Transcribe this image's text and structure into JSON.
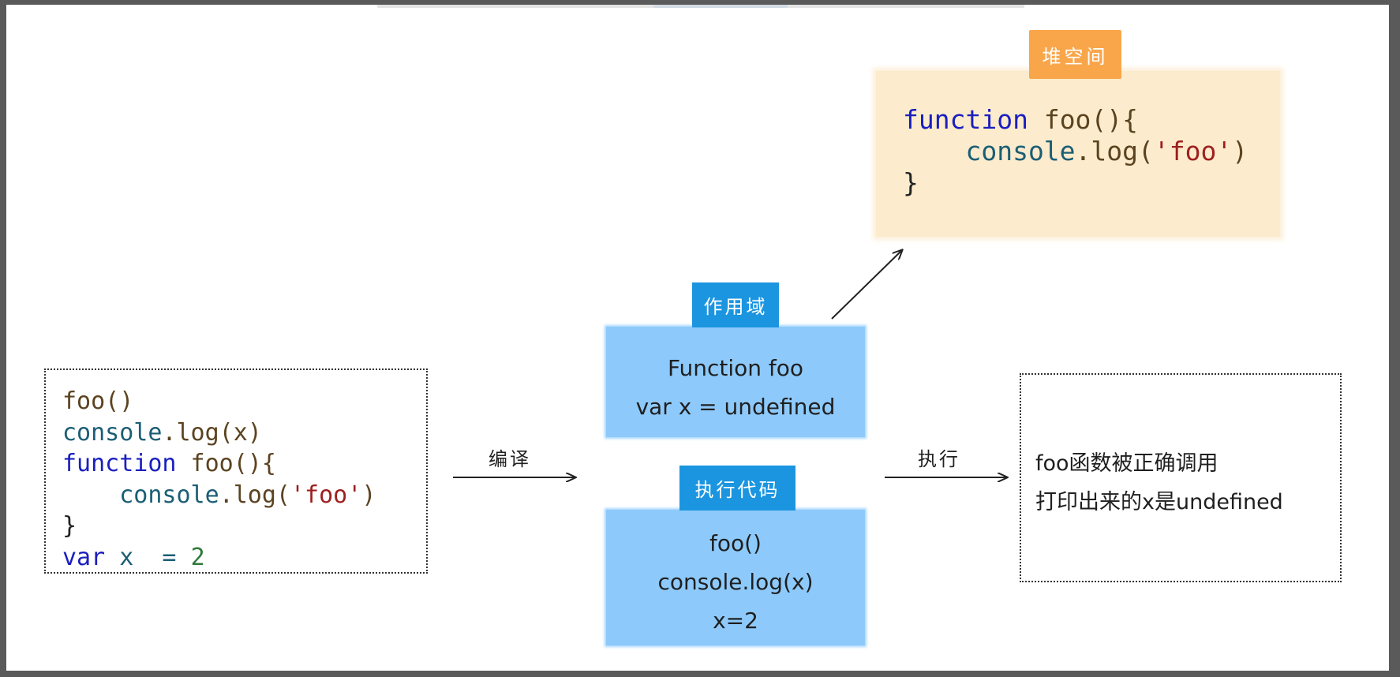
{
  "source_code": {
    "line1": "foo()",
    "line2_obj": "console",
    "line2_rest": ".log(x)",
    "line3_kw": "function",
    "line3_name": " foo(){",
    "line4_obj": "    console",
    "line4_mid": ".log(",
    "line4_str": "'foo'",
    "line4_end": ")",
    "line5": "}",
    "line6_kw": "var",
    "line6_mid": " x  = ",
    "line6_num": "2"
  },
  "compile_label": "编译",
  "heap": {
    "tag": "堆空间",
    "line1_kw": "function",
    "line1_rest": " foo(){",
    "line2_obj": "    console",
    "line2_mid": ".log(",
    "line2_str": "'foo'",
    "line2_end": ")",
    "line3": "}"
  },
  "scope": {
    "tag": "作用域",
    "line1": "Function foo",
    "line2": "var x = undefined"
  },
  "exec_code": {
    "tag": "执行代码",
    "line1": "foo()",
    "line2": "console.log(x)",
    "line3": "x=2"
  },
  "execute_label": "执行",
  "result": {
    "line1": "foo函数被正确调用",
    "line2": "打印出来的x是undefined"
  },
  "colors": {
    "heap_tag": "#f9a64a",
    "heap_box": "#fcebcc",
    "blue_tag": "#1b95e0",
    "blue_box": "#8dcafb"
  }
}
